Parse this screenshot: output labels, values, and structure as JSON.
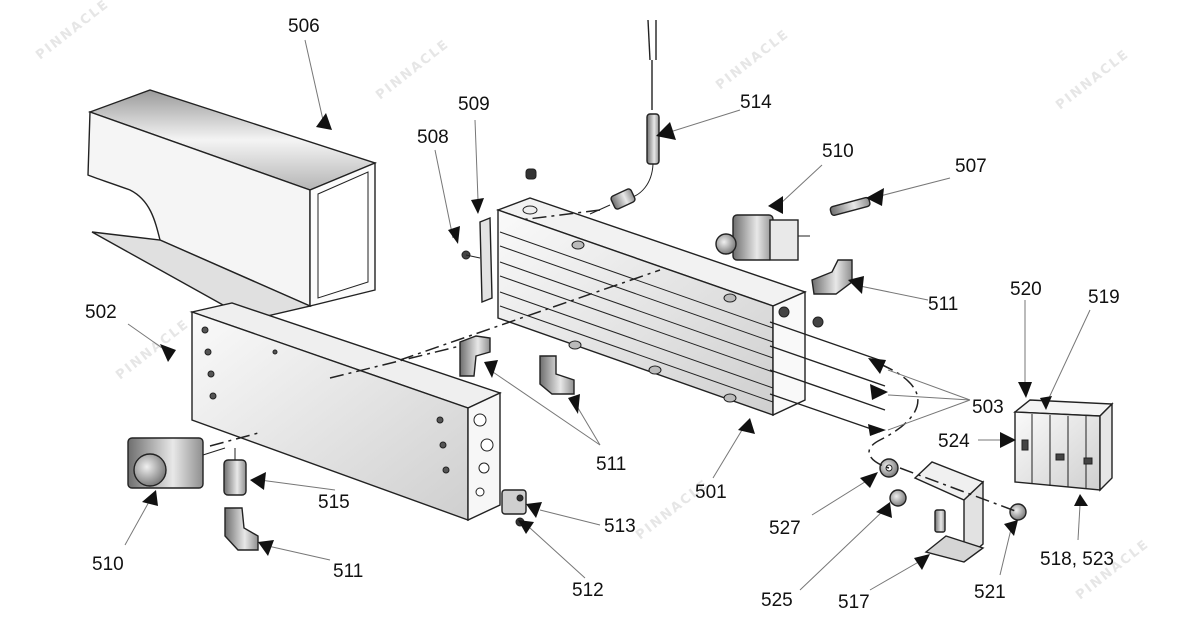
{
  "watermark": "PINNACLE",
  "callouts": {
    "c501": "501",
    "c502": "502",
    "c503": "503",
    "c506": "506",
    "c507": "507",
    "c508": "508",
    "c509": "509",
    "c510a": "510",
    "c510b": "510",
    "c511a": "511",
    "c511b": "511",
    "c511c": "511",
    "c512": "512",
    "c513": "513",
    "c514": "514",
    "c515": "515",
    "c517": "517",
    "c518": "518, 523",
    "c519": "519",
    "c520": "520",
    "c521": "521",
    "c524": "524",
    "c525": "525",
    "c527": "527"
  },
  "colors": {
    "line": "#222222",
    "shade_dark": "#8a8a8a",
    "shade_light": "#f2f2f2",
    "watermark": "#e6e6e6"
  }
}
